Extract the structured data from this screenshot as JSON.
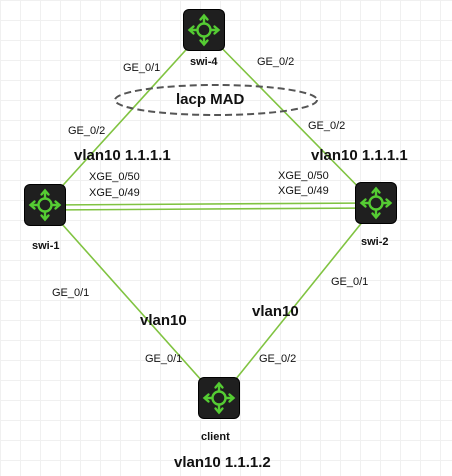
{
  "colors": {
    "link": "#80c341",
    "icon": "#55cc33",
    "node_bg": "#1f1f1f",
    "mad_border": "#555555"
  },
  "nodes": {
    "swi4": {
      "label": "swi-4",
      "icon": "router-icon"
    },
    "swi1": {
      "label": "swi-1",
      "icon": "router-icon"
    },
    "swi2": {
      "label": "swi-2",
      "icon": "router-icon"
    },
    "client": {
      "label": "client",
      "icon": "router-icon"
    }
  },
  "ports": {
    "swi4_ge01": "GE_0/1",
    "swi4_ge02": "GE_0/2",
    "swi1_ge02": "GE_0/2",
    "swi2_ge02": "GE_0/2",
    "swi1_xge050": "XGE_0/50",
    "swi1_xge049": "XGE_0/49",
    "swi2_xge050": "XGE_0/50",
    "swi2_xge049": "XGE_0/49",
    "swi1_ge01": "GE_0/1",
    "swi2_ge01": "GE_0/1",
    "client_ge01": "GE_0/1",
    "client_ge02": "GE_0/2"
  },
  "labels": {
    "lacp_mad": "lacp MAD",
    "vlan_left_top": "vlan10 1.1.1.1",
    "vlan_right_top": "vlan10 1.1.1.1",
    "vlan_left_bottom": "vlan10",
    "vlan_right_bottom": "vlan10",
    "client_vlan": "vlan10 1.1.1.2"
  }
}
